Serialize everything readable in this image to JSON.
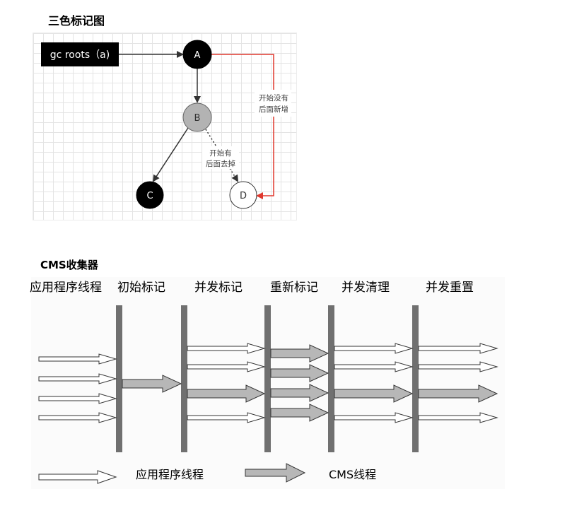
{
  "tricolor": {
    "title": "三色标记图",
    "root_label": "gc roots（a)",
    "nodes": {
      "a": "A",
      "b": "B",
      "c": "C",
      "d": "D"
    },
    "note_added": [
      "开始没有",
      "后面新增"
    ],
    "note_removed": [
      "开始有",
      "后面去掉"
    ],
    "colors": {
      "black_node": "#000000",
      "gray_node": "#b3b3b3",
      "white_node": "#ffffff",
      "new_ref": "#e0392e",
      "edge": "#333333"
    }
  },
  "cms": {
    "title": "CMS收集器",
    "phases": [
      "应用程序线程",
      "初始标记",
      "并发标记",
      "重新标记",
      "并发清理",
      "并发重置"
    ],
    "legend": {
      "app_thread": "应用程序线程",
      "cms_thread": "CMS线程"
    },
    "colors": {
      "barrier": "#707070",
      "cms_arrow": "#b7b7b7",
      "app_arrow": "#ffffff"
    }
  }
}
